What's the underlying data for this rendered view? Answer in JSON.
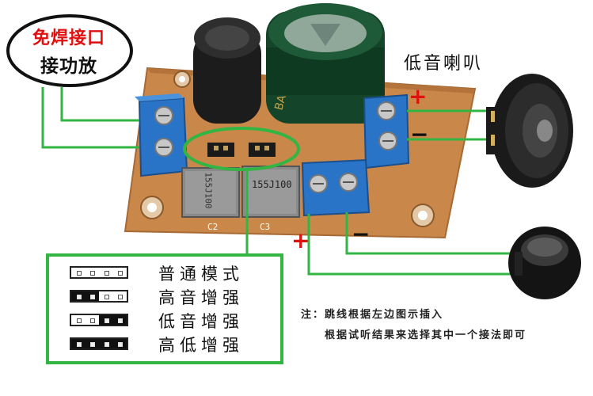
{
  "input_label": {
    "line1": "免焊接口",
    "line2": "接功放"
  },
  "woofer_label": "低音喇叭",
  "polarity": {
    "plus": "+",
    "minus": "−"
  },
  "capacitors": {
    "c2_marking": "155J100",
    "c3_marking": "155J100",
    "c2_ref": "C2",
    "c3_ref": "C3"
  },
  "legend": [
    {
      "label": "普通模式",
      "pins": [
        0,
        0,
        0,
        0
      ]
    },
    {
      "label": "高音增强",
      "pins": [
        1,
        1,
        0,
        0
      ]
    },
    {
      "label": "低音增强",
      "pins": [
        0,
        0,
        1,
        1
      ]
    },
    {
      "label": "高低增强",
      "pins": [
        1,
        1,
        1,
        1
      ]
    }
  ],
  "notes": {
    "line1": "注：跳线根据左边图示插入",
    "line2": "根据试听结果来选择其中一个接法即可"
  },
  "colors": {
    "accent_green": "#33b544",
    "accent_red": "#e01010",
    "pcb": "#c9874a",
    "terminal_blue": "#2a74c7"
  }
}
